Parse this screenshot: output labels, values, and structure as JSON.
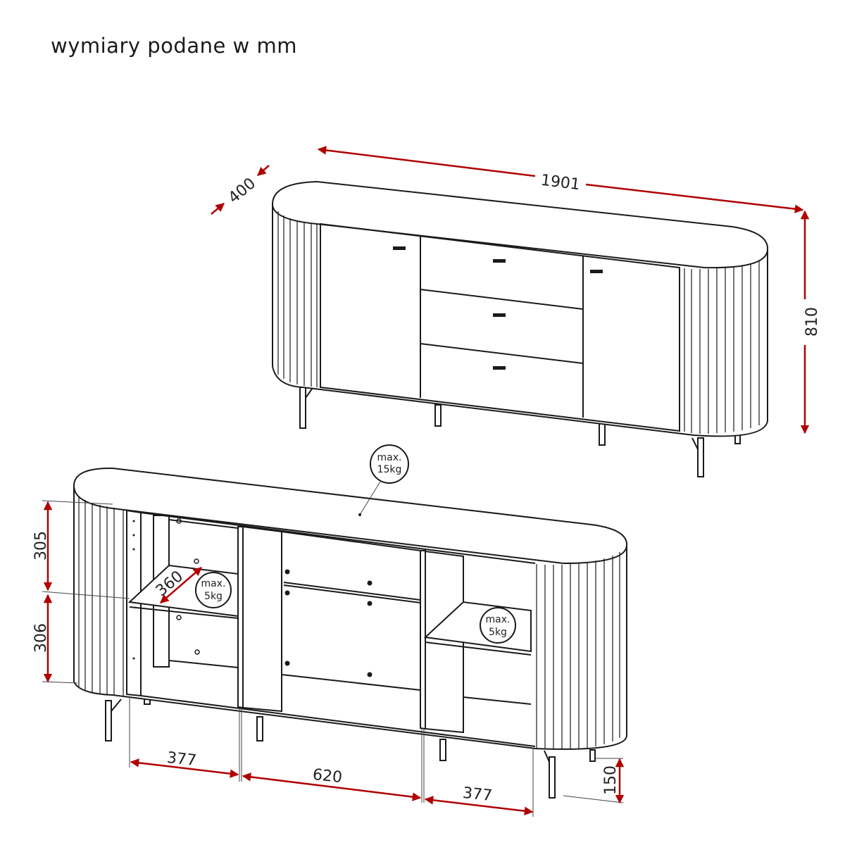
{
  "title": "wymiary podane w mm",
  "colors": {
    "dimension": "#b00000",
    "line": "#1a1a1a"
  },
  "top_view": {
    "width": "1901",
    "depth": "400",
    "height": "810"
  },
  "bottom_view": {
    "upper_compartment_height": "305",
    "lower_compartment_height": "306",
    "shelf_depth": "360",
    "left_width": "377",
    "center_width": "620",
    "right_width": "377",
    "leg_height": "150",
    "top_load": {
      "line1": "max.",
      "line2": "15kg"
    },
    "left_shelf_load": {
      "line1": "max.",
      "line2": "5kg"
    },
    "right_shelf_load": {
      "line1": "max.",
      "line2": "5kg"
    }
  }
}
